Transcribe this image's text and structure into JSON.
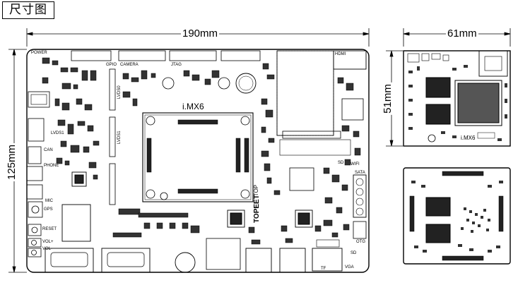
{
  "title": "尺寸图",
  "dimensions": {
    "main_width": "190mm",
    "main_height": "125mm",
    "core_width": "61mm",
    "core_height": "51mm"
  },
  "main_board": {
    "som_label": "i.MX6",
    "brand": "TOPEET",
    "brand_suffix": "iTOP",
    "connectors": {
      "gpio": "GPIO",
      "camera": "CAMERA",
      "jtag": "JTAG",
      "hdmi": "HDMI",
      "lvds0": "LVDS0",
      "lvds1": "LVDS1",
      "lvds_left": "LVDS1",
      "can": "CAN",
      "phone": "PHONE",
      "mic": "MIC",
      "gps": "GPS",
      "reset": "RESET",
      "vol_up": "VOL+",
      "vol_down": "VOL-",
      "wifi": "WIFI",
      "sata": "SATA",
      "otg": "OTG",
      "sd": "SD",
      "tf": "TF",
      "vga": "VGA",
      "power": "POWER",
      "sd_card": "SD"
    }
  },
  "core_board": {
    "label": "i.MX6"
  }
}
